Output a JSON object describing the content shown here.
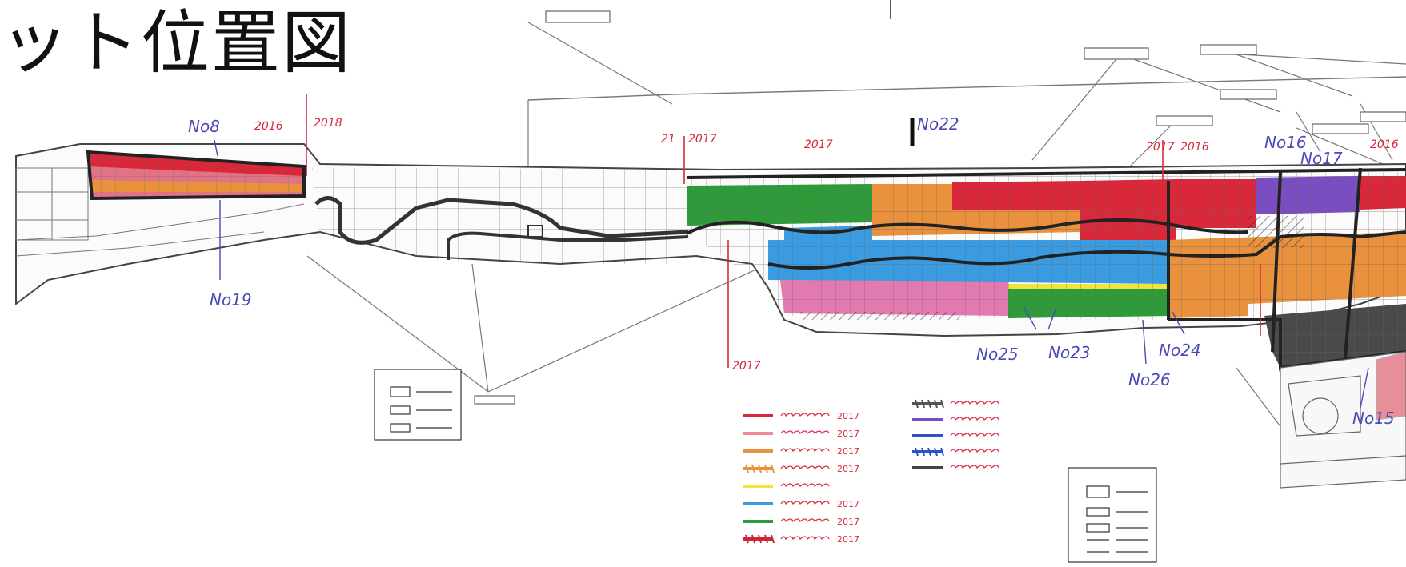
{
  "title": "ット位置図",
  "annotations": {
    "no8": "No8",
    "no19": "No19",
    "y2016a": "2016",
    "y2018": "2018",
    "y2017a": "2017",
    "y21": "21",
    "no22": "No22",
    "y2017b": "2017",
    "y2017c": "2017",
    "y2016b": "2016",
    "y2017d": "2017",
    "no16": "No16",
    "no17": "No17",
    "no25": "No25",
    "no23": "No23",
    "no24": "No24",
    "no26": "No26",
    "no15": "No15",
    "y2016c": "2016"
  },
  "legend": {
    "items": [
      {
        "color": "#d8283a",
        "style": "solid",
        "text": "2017"
      },
      {
        "color": "#f08a93",
        "style": "solid",
        "text": "2017"
      },
      {
        "color": "#e9913c",
        "style": "solid",
        "text": "2017"
      },
      {
        "color": "#e9913c",
        "style": "hatched",
        "text": "2017"
      },
      {
        "color": "#f2e43a",
        "style": "solid",
        "text": ""
      },
      {
        "color": "#3a9be0",
        "style": "solid",
        "text": "2017"
      },
      {
        "color": "#2f9a3a",
        "style": "solid",
        "text": "2017"
      },
      {
        "color": "#c8283a",
        "style": "hatched",
        "text": "2017"
      }
    ],
    "items_right": [
      {
        "color": "#555555",
        "style": "hatched",
        "text": ""
      },
      {
        "color": "#7a4ec0",
        "style": "solid",
        "text": ""
      },
      {
        "color": "#2a55c8",
        "style": "solid",
        "text": ""
      },
      {
        "color": "#2a55c8",
        "style": "hatched",
        "text": ""
      },
      {
        "color": "#444444",
        "style": "solid",
        "text": ""
      }
    ]
  },
  "colors": {
    "red": "#d8283a",
    "pink": "#e98aa8",
    "orange": "#e9913c",
    "green": "#2f9a3a",
    "blue": "#3a9be0",
    "purple": "#7a4ec0",
    "dark": "#333333",
    "annotation": "#4a4ab8",
    "annotation_red": "#d8283a"
  }
}
